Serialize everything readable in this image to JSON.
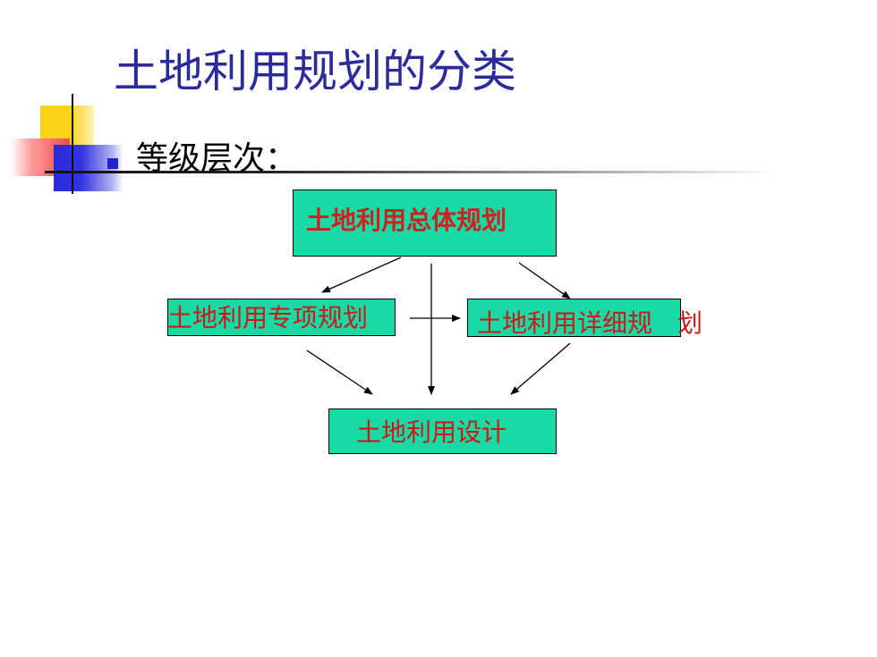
{
  "slide": {
    "title": "土地利用规划的分类",
    "bullet": "等级层次："
  },
  "diagram": {
    "top_node": "土地利用总体规划",
    "left_node": "土地利用专项规划",
    "right_node_inside": "土地利用详细规",
    "right_node_overflow": "划",
    "bottom_node": "土地利用设计"
  },
  "colors": {
    "title": "#2b2b9c",
    "box_fill": "#19d9a4",
    "node_text": "#cc1818",
    "bullet_square": "#2323d0"
  }
}
